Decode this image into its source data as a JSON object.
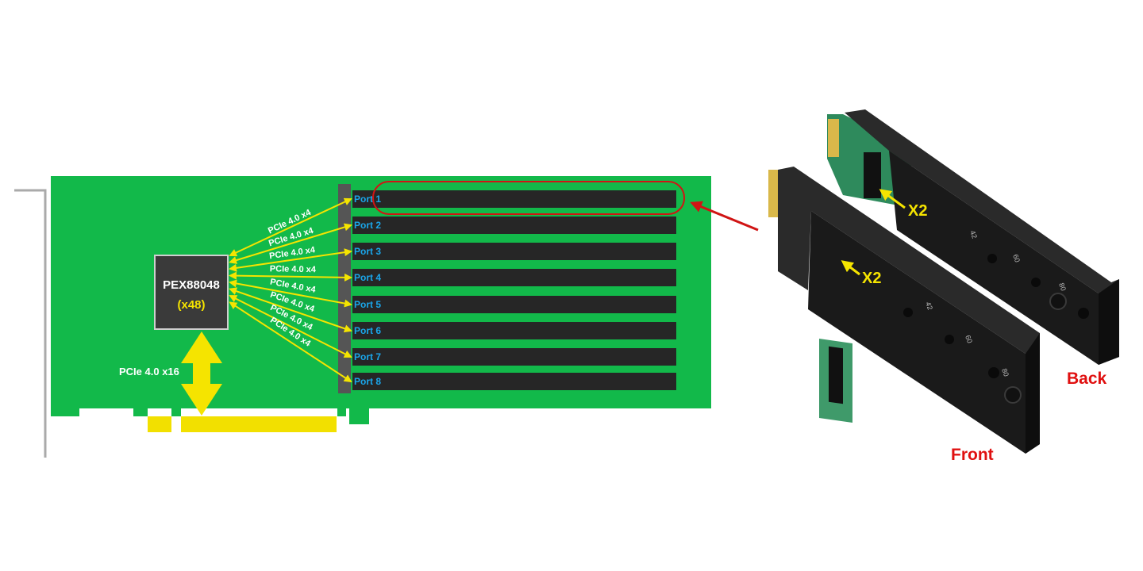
{
  "chip": {
    "name": "PEX88048",
    "lanes": "(x48)"
  },
  "host_link": "PCIe 4.0 x16",
  "ports": [
    {
      "label": "Port 1",
      "link": "PCIe 4.0 x4"
    },
    {
      "label": "Port 2",
      "link": "PCIe 4.0 x4"
    },
    {
      "label": "Port 3",
      "link": "PCIe 4.0 x4"
    },
    {
      "label": "Port 4",
      "link": "PCIe 4.0 x4"
    },
    {
      "label": "Port 5",
      "link": "PCIe 4.0 x4"
    },
    {
      "label": "Port 6",
      "link": "PCIe 4.0 x4"
    },
    {
      "label": "Port 7",
      "link": "PCIe 4.0 x4"
    },
    {
      "label": "Port 8",
      "link": "PCIe 4.0 x4"
    }
  ],
  "adapter": {
    "back_label": "Back",
    "front_label": "Front",
    "back_multiplier": "X2",
    "front_multiplier": "X2",
    "back_sizes": [
      "42",
      "60",
      "80"
    ],
    "front_sizes": [
      "42",
      "60",
      "80"
    ]
  },
  "colors": {
    "pcb": "#12b94a",
    "slot": "#262626",
    "chip": "#3a3a3a",
    "arrow_yellow": "#f5e400",
    "port_label": "#1aa7ec",
    "highlight": "#d01414",
    "gold": "#f2e000",
    "bracket": "#aaaaaa"
  }
}
